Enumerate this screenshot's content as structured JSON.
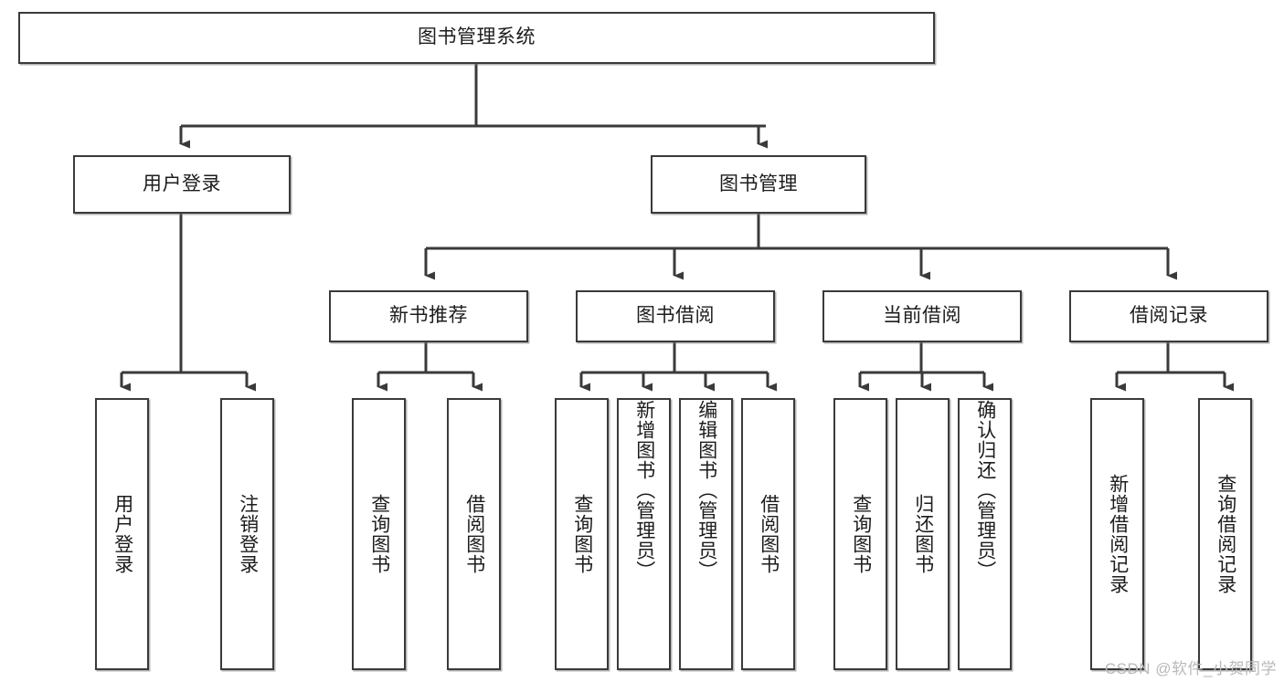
{
  "diagram": {
    "type": "hierarchy-tree",
    "title_node": {
      "label": "图书管理系统"
    },
    "level2": [
      {
        "label": "用户登录"
      },
      {
        "label": "图书管理"
      }
    ],
    "level3": [
      {
        "label": "新书推荐"
      },
      {
        "label": "图书借阅"
      },
      {
        "label": "当前借阅"
      },
      {
        "label": "借阅记录"
      }
    ],
    "leaves": {
      "user_login": [
        {
          "label": "用户登录"
        },
        {
          "label": "注销登录"
        }
      ],
      "new_book_recommend": [
        {
          "label": "查询图书"
        },
        {
          "label": "借阅图书"
        }
      ],
      "book_borrow": [
        {
          "label": "查询图书"
        },
        {
          "label": "新增图书（管理员）"
        },
        {
          "label": "编辑图书（管理员）"
        },
        {
          "label": "借阅图书"
        }
      ],
      "current_borrow": [
        {
          "label": "查询图书"
        },
        {
          "label": "归还图书"
        },
        {
          "label": "确认归还（管理员）"
        }
      ],
      "borrow_record": [
        {
          "label": "新增借阅记录"
        },
        {
          "label": "查询借阅记录"
        }
      ]
    }
  },
  "watermark": {
    "text": "CSDN @软件_小贺同学"
  },
  "colors": {
    "border": "#3a3a3a",
    "text": "#1c1c1c",
    "background": "#ffffff",
    "watermark": "#b9b9b9"
  }
}
